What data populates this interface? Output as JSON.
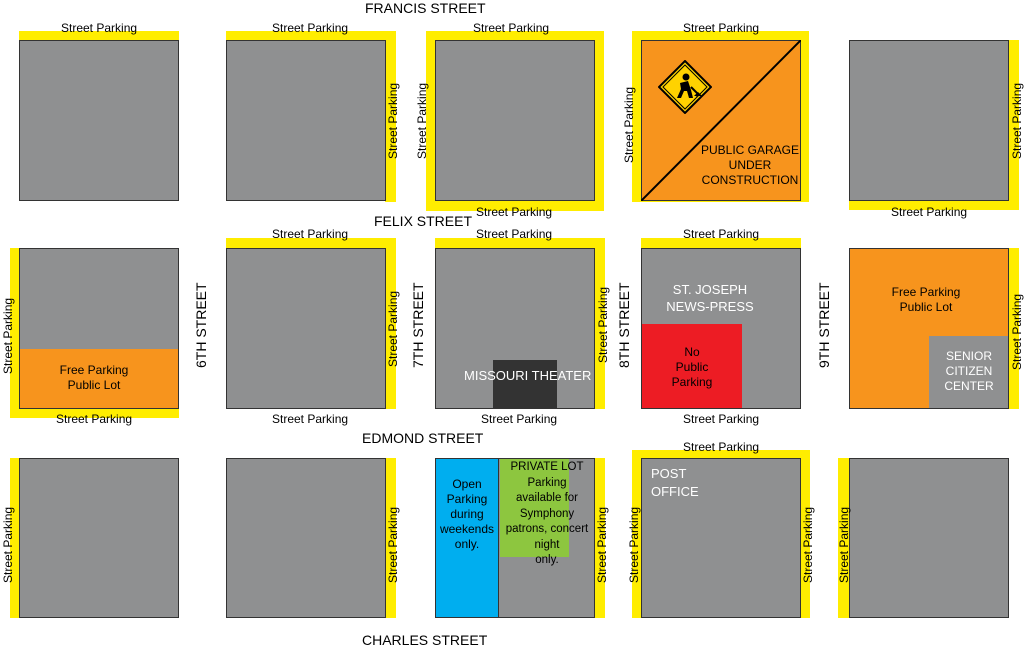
{
  "streets": {
    "francis": "FRANCIS STREET",
    "felix": "FELIX STREET",
    "edmond": "EDMOND STREET",
    "charles": "CHARLES STREET",
    "sixth": "6TH STREET",
    "seventh": "7TH STREET",
    "eighth": "8TH STREET",
    "ninth": "9TH STREET"
  },
  "parking": {
    "street": "Street Parking",
    "free_lot": "Free Parking\nPublic Lot",
    "no_public": "No\nPublic\nParking",
    "open_weekends": "Open\nParking\nduring\nweekends\nonly.",
    "private_lot": "PRIVATE LOT\nParking\navailable for\nSymphony\npatrons, concert\nnight\nonly."
  },
  "places": {
    "garage": "PUBLIC GARAGE\nUNDER\nCONSTRUCTION",
    "news_press": "ST. JOSEPH\nNEWS-PRESS",
    "theater": "MISSOURI THEATER",
    "senior_center": "SENIOR\nCITIZEN\nCENTER",
    "post_office": "POST\nOFFICE"
  },
  "icons": {
    "construction": "construction-sign-icon"
  },
  "colors": {
    "block": "#8f9091",
    "street_parking": "#ffed00",
    "free_lot": "#f7941d",
    "no_parking": "#ed1c24",
    "open_weekend": "#00aeef",
    "private_lot": "#8dc63f",
    "theater": "#333333"
  }
}
